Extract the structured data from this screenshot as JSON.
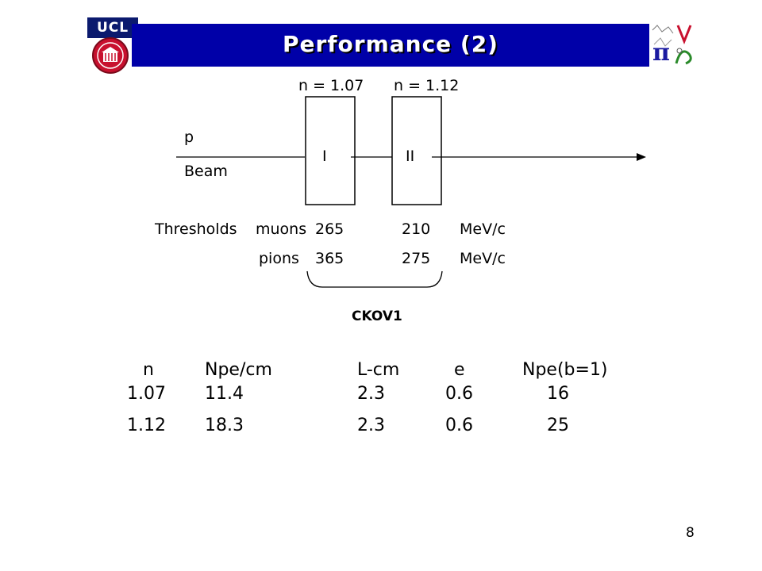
{
  "header": {
    "left_logo_text": "UCL",
    "title": "Performance (2)"
  },
  "diagram": {
    "radiator_1": {
      "index_label": "n = 1.07",
      "box_label": "I"
    },
    "radiator_2": {
      "index_label": "n = 1.12",
      "box_label": "II"
    },
    "beam_symbol": "p",
    "beam_label": "Beam",
    "thresholds": {
      "label": "Thresholds",
      "rows": [
        {
          "particle": "muons",
          "value_1": "265",
          "value_2": "210",
          "unit": "MeV/c"
        },
        {
          "particle": "pions",
          "value_1": "365",
          "value_2": "275",
          "unit": "MeV/c"
        }
      ]
    },
    "detector_label": "CKOV1"
  },
  "table": {
    "headers": [
      "n",
      "Npe/cm",
      "L-cm",
      "e",
      "Npe(b=1)"
    ],
    "rows": [
      [
        "1.07",
        "11.4",
        "2.3",
        "0.6",
        "16"
      ],
      [
        "1.12",
        "18.3",
        "2.3",
        "0.6",
        "25"
      ]
    ]
  },
  "footer": {
    "page_number": "8"
  },
  "colors": {
    "title_bar": "#0000a8",
    "ucl_blue": "#0b1a6e",
    "ucl_red": "#c8102e"
  }
}
